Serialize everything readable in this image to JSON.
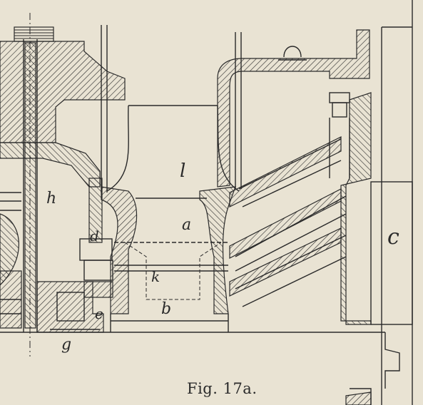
{
  "figure": {
    "caption": "Fig. 17a.",
    "labels": {
      "h_left": "h",
      "l": "l",
      "a": "a",
      "c": "c",
      "d": "d",
      "k": "k",
      "b": "b",
      "e": "e",
      "g": "g"
    },
    "colors": {
      "paper": "#e9e3d3",
      "ink": "#2a2a2a"
    }
  }
}
